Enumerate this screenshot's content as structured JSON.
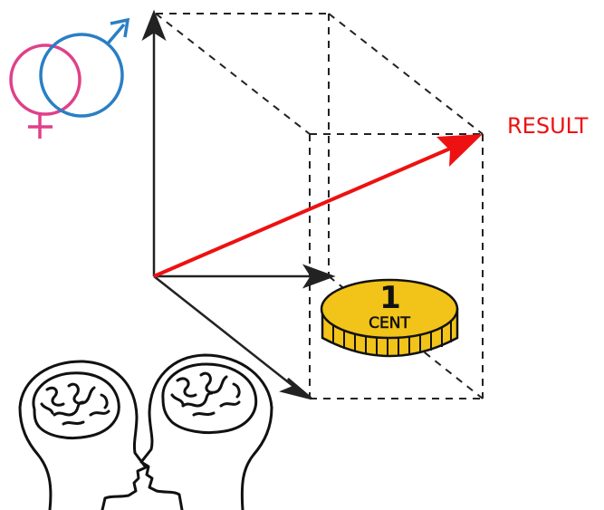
{
  "labels": {
    "result": "RESULT",
    "coin_value": "1",
    "coin_unit": "CENT"
  },
  "icons": {
    "gender": "male-female-symbol-icon",
    "coin": "coin-icon",
    "heads": "two-heads-brain-icon"
  },
  "colors": {
    "result_arrow": "#ee1111",
    "axis": "#222222",
    "female": "#e0408a",
    "male": "#2a7fc4",
    "coin_fill": "#f2c318",
    "coin_stroke": "#111111"
  }
}
